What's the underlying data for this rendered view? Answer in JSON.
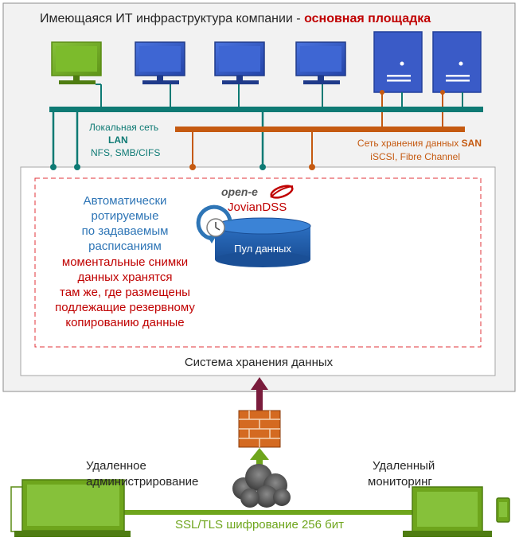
{
  "header": {
    "title_prefix": "Имеющаяся ИТ инфраструктура компании - ",
    "title_highlight": "основная площадка"
  },
  "lan": {
    "line1": "Локальная сеть",
    "line2": "LAN",
    "line3": "NFS, SMB/CIFS"
  },
  "san": {
    "line1_prefix": "Сеть хранения данных ",
    "line1_bold": "SAN",
    "line2": "iSCSI, Fibre Channel"
  },
  "product": {
    "brand": "open-e",
    "name": "JovianDSS",
    "pool_label": "Пул данных"
  },
  "snapshots": {
    "blue_lines": [
      "Автоматически",
      "ротируемые",
      "по задаваемым",
      "расписаниям"
    ],
    "red_lines": [
      "моментальные снимки",
      "данных хранятся",
      "там же, где размещены",
      "подлежащие резервному",
      "копированию данные"
    ]
  },
  "storage_label": "Система хранения данных",
  "remote_admin": [
    "Удаленное",
    "администрирование"
  ],
  "remote_monitoring": [
    "Удаленный",
    "мониторинг"
  ],
  "encryption_label": "SSL/TLS шифрование 256 бит",
  "colors": {
    "green": "#6ea51c",
    "teal": "#0e7a74",
    "orange": "#c55a11",
    "blue": "#2e75b6",
    "red": "#c00000",
    "monitor_blue": "#2f55c7",
    "server_blue": "#3a5bc7",
    "arrow_red": "#7a1c3c",
    "brick": "#d46a21"
  }
}
